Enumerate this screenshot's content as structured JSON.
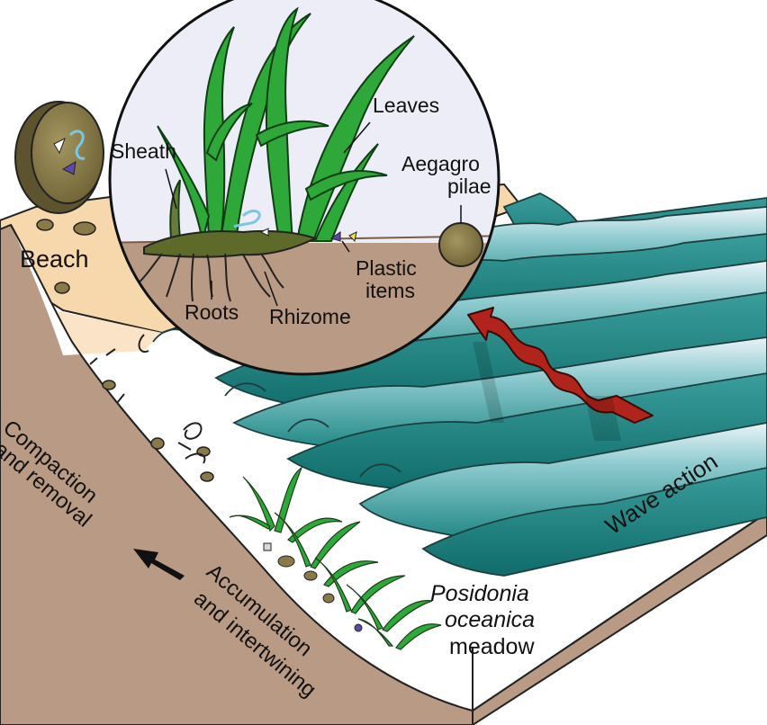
{
  "labels": {
    "beach": "Beach",
    "sheath": "Sheath",
    "leaves": "Leaves",
    "aegagro_line1": "Aegagro",
    "aegagro_line2": "pilae",
    "plastic_line1": "Plastic",
    "plastic_line2": "items",
    "roots": "Roots",
    "rhizome": "Rhizome",
    "compaction_line1": "Compaction",
    "compaction_line2": "and removal",
    "accumulation_line1": "Accumulation",
    "accumulation_line2": "and intertwining",
    "wave_action": "Wave action",
    "posidonia_line1": "Posidonia",
    "posidonia_line2": "oceanica",
    "meadow": "meadow"
  },
  "colors": {
    "sand": "#f7d8ad",
    "sand_light": "#fae3c6",
    "soil": "#b99a84",
    "soil_dark": "#9b7d68",
    "water_dark": "#2b8f8c",
    "water_mid": "#5db7b6",
    "water_light": "#cfe7ef",
    "leaf_green": "#2fa83a",
    "leaf_dark": "#1a6e24",
    "ball_brown": "#8a7a4a",
    "circle_bg": "#ededf7",
    "arrow_red": "#b0241b",
    "plastic_purple": "#5a4aa8",
    "plastic_yellow": "#f1e04a",
    "plastic_blue": "#79c7e0"
  }
}
